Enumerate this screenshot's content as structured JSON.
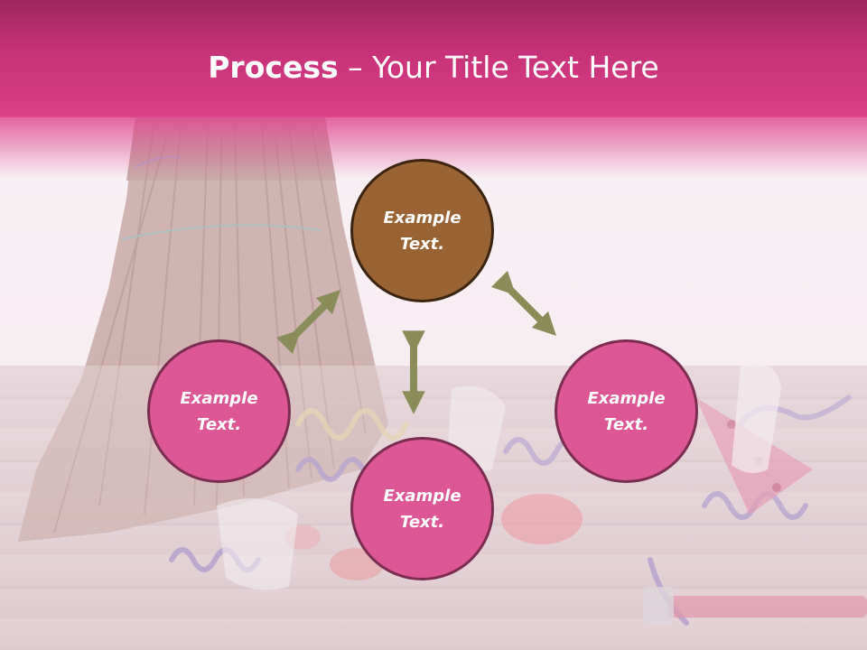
{
  "header": {
    "title_bold": "Process",
    "title_rest": " – Your Title Text Here"
  },
  "nodes": {
    "top": "Example Text.",
    "left": "Example Text.",
    "right": "Example Text.",
    "bottom": "Example Text."
  },
  "colors": {
    "header": "#c73279",
    "node_brown": "#9a6334",
    "node_pink": "#dd5797",
    "arrow": "#8a8c5a"
  }
}
